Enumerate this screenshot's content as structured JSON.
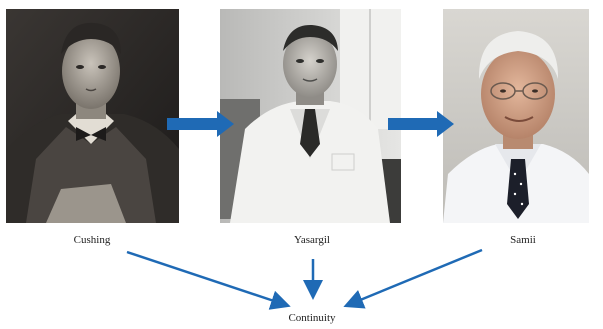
{
  "figures": [
    {
      "id": "cushing",
      "name": "Cushing"
    },
    {
      "id": "yasargil",
      "name": "Yasargil"
    },
    {
      "id": "samii",
      "name": "Samii"
    }
  ],
  "outcome": "Continuity",
  "colors": {
    "arrow": "#1f6ab5"
  }
}
